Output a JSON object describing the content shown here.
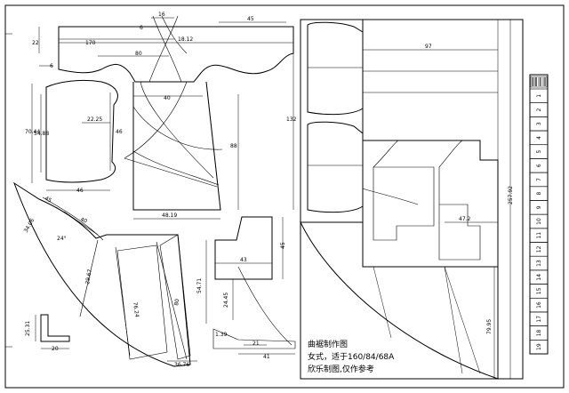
{
  "caption": {
    "title": "曲裾制作图",
    "line1": "女式，适于160/84/68A",
    "line2": "欣乐制图,仅作参考"
  },
  "dimensions": {
    "d16": "16",
    "d45_top": "45",
    "d6_top": "6",
    "d22": "22",
    "d170": "170",
    "d80": "80",
    "d18_12": "18.12",
    "d6_left": "6",
    "d132": "132",
    "d40": "40",
    "d88": "88",
    "d48_19": "48.19",
    "d70_44": "70.44",
    "d54_88": "54.88",
    "d22_25": "22.25",
    "d46_v": "46",
    "d46_h": "46",
    "d45_arc": "45",
    "d40_arc": "40",
    "d34_06": "34.06",
    "d24": "24°",
    "d29_67": "29.67",
    "d76_24": "76.24",
    "d80_wedge": "80",
    "d36_76": "36.76",
    "d25_31": "25.31",
    "d20": "20",
    "d43": "43",
    "d45_right": "45",
    "d54_71": "54.71",
    "d24_45": "24.45",
    "d1_39": "1.39",
    "d21": "21",
    "d41": "41",
    "d97": "97",
    "d257_92": "257.92",
    "d47_2": "47.2",
    "d79_95": "79.95"
  },
  "index_strip": [
    "1",
    "2",
    "3",
    "4",
    "5",
    "6",
    "7",
    "8",
    "9",
    "10",
    "11",
    "12",
    "13",
    "14",
    "15",
    "16",
    "17",
    "18",
    "19"
  ]
}
